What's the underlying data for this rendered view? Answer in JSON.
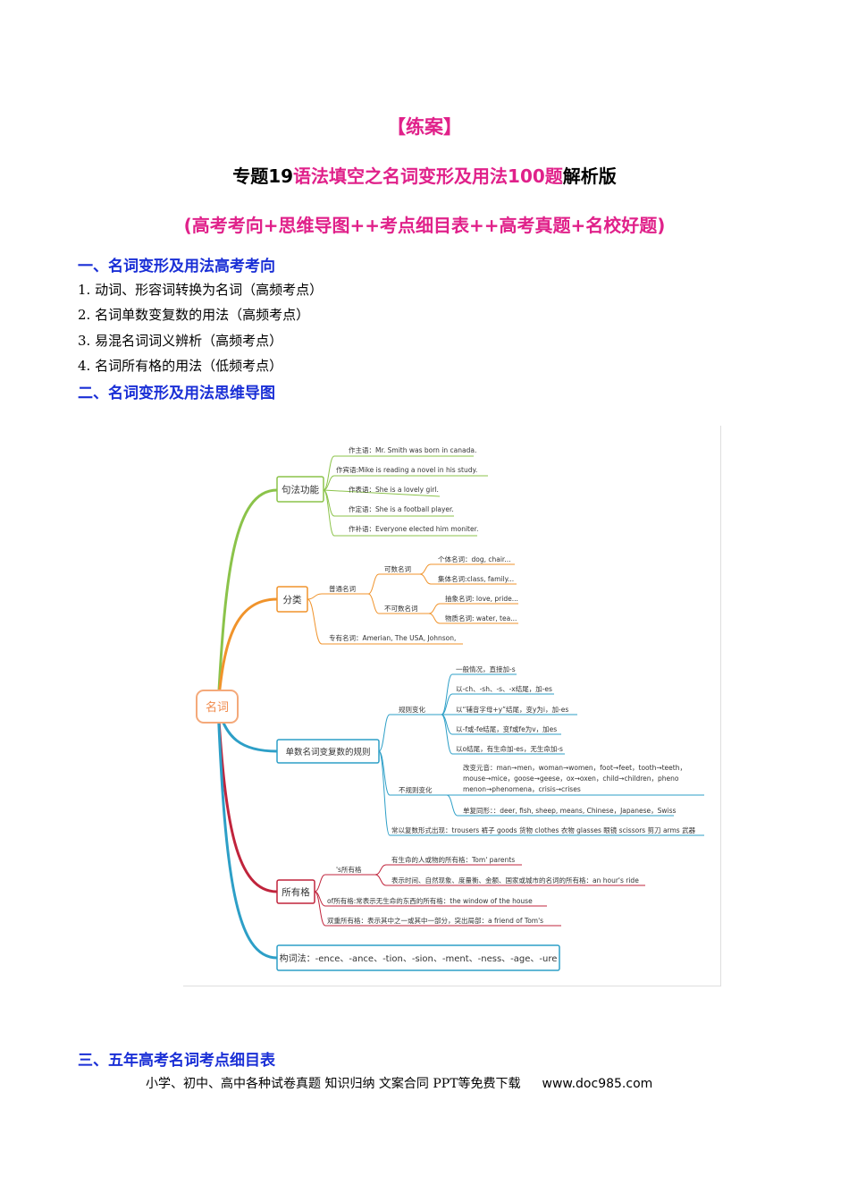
{
  "header": {
    "tag": "【练案】",
    "title_pre": "专题19",
    "title_highlight": "语法填空之名词变形及用法100题",
    "title_post": "解析版",
    "subtitle": "(高考考向+思维导图++考点细目表++高考真题+名校好题)"
  },
  "sections": {
    "s1_heading": "一、名词变形及用法高考考向",
    "s1_items": [
      "1. 动词、形容词转换为名词（高频考点）",
      "2. 名词单数变复数的用法（高频考点）",
      "3. 易混名词词义辨析（高频考点）",
      "4. 名词所有格的用法（低频考点）"
    ],
    "s2_heading": "二、名词变形及用法思维导图",
    "s3_heading": "三、五年高考名词考点细目表"
  },
  "mindmap": {
    "root": "名词",
    "colors": {
      "branch1": "#8bc34a",
      "branch2": "#f0932b",
      "branch3": "#2d9fc7",
      "branch4": "#c0243c",
      "root": "#f4a97a"
    },
    "b1": {
      "label": "句法功能",
      "items": [
        "作主语：Mr. Smith was born in canada.",
        "作宾语:Mike is reading a novel in his study.",
        "作表语：She is a lovely girl.",
        "作定语：She is a football player.",
        "作补语：Everyone elected him moniter."
      ]
    },
    "b2": {
      "label": "分类",
      "common": "普通名词",
      "countable": "可数名词",
      "uncountable": "不可数名词",
      "individual": "个体名词：dog, chair...",
      "collective": "集体名词:class, family...",
      "abstract": "抽象名词: love, pride...",
      "material": "物质名词: water, tea...",
      "proper": "专有名词：Amerian, The USA, Johnson,"
    },
    "b3": {
      "label": "单数名词变复数的规则",
      "regular": "规则变化",
      "regular_items": [
        "一般情况，直接加-s",
        "以-ch、-sh、-s、-x结尾，加-es",
        "以“辅音字母+y”结尾，变y为i，加-es",
        "以-f或-fe结尾，变f或fe为v，加es",
        "以o结尾，有生命加-es，无生命加-s"
      ],
      "irregular": "不规则变化",
      "vowel_lines": [
        "改变元音：man→men，woman→women，foot→feet，tooth→teeth，",
        "mouse→mice，goose→geese，ox→oxen，child→children，pheno",
        "menon→phenomena，crisis→crises"
      ],
      "same": "单复同形：：deer, fish, sheep, means, Chinese，Japanese，Swiss",
      "plural_only": "常以复数形式出现：trousers 裤子 goods 货物 clothes 衣物 glasses 眼镜 scissors 剪刀 arms 武器"
    },
    "b4": {
      "label": "所有格",
      "s_poss": "'s所有格",
      "s_items": [
        "有生命的人或物的所有格：Tom' parents",
        "表示时间、自然现象、度量衡、金额、国家或城市的名词的所有格：an hour's ride"
      ],
      "of_poss": "of所有格:常表示无生命的东西的所有格：the window of the house",
      "double": "双重所有格：表示其中之一或其中一部分，突出局部：a friend of Tom's"
    },
    "b5": {
      "label": "构词法：-ence、-ance、-tion、-sion、-ment、-ness、-age、-ure"
    }
  },
  "footer": {
    "text": "小学、初中、高中各种试卷真题  知识归纳  文案合同  PPT等免费下载",
    "url": "www.doc985.com"
  }
}
